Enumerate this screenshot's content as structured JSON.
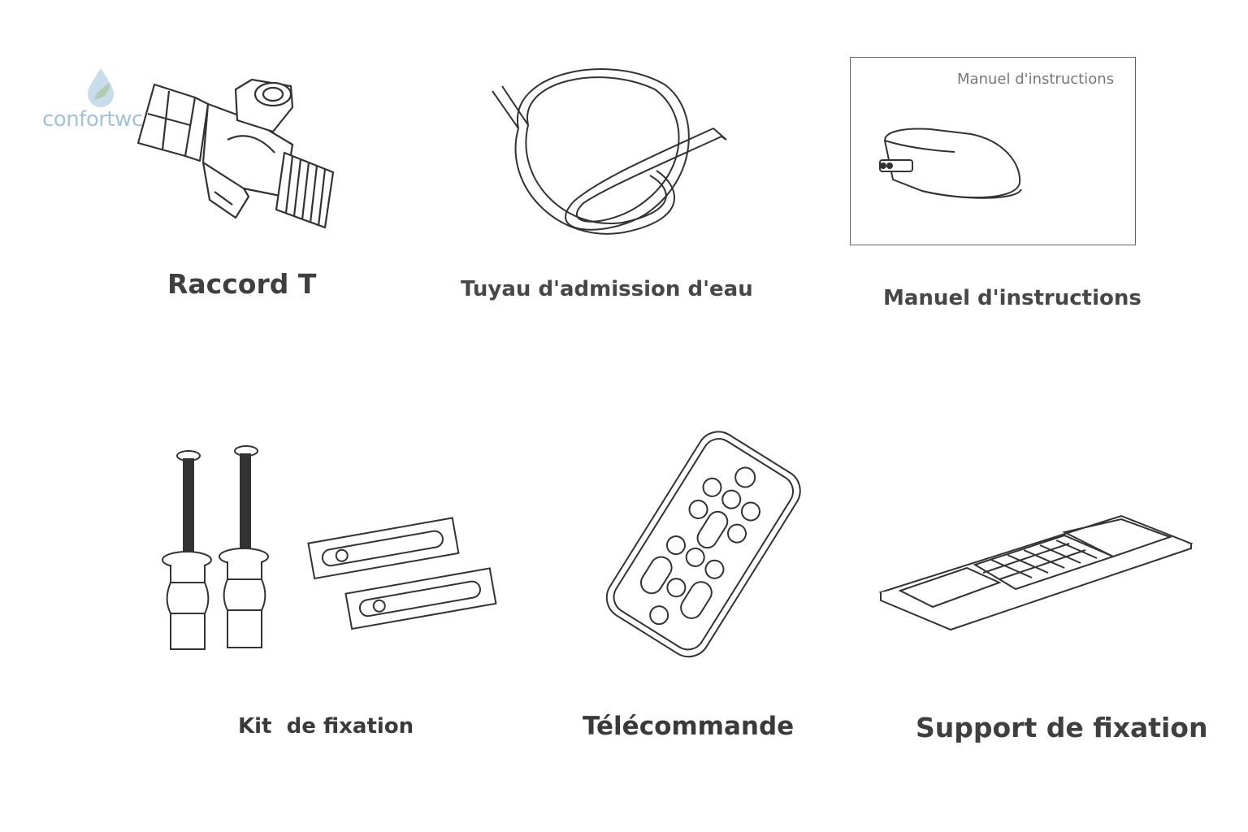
{
  "brand": {
    "logo_text": "confortwc",
    "logo_color": "#9fc3d8",
    "logo_icon": "water-drop-leaf-icon"
  },
  "items": [
    {
      "id": "raccord-t",
      "label": "Raccord T",
      "icon": "t-connector-icon"
    },
    {
      "id": "tuyau",
      "label": "Tuyau d'admission d'eau",
      "icon": "water-hose-icon"
    },
    {
      "id": "manuel",
      "label": "Manuel d'instructions",
      "icon": "instruction-manual-icon",
      "cover_title": "Manuel d'instructions"
    },
    {
      "id": "kit-fixation",
      "label": "Kit  de fixation",
      "icon": "fixing-kit-icon"
    },
    {
      "id": "telecommande",
      "label": "Télécommande",
      "icon": "remote-control-icon"
    },
    {
      "id": "support-fixation",
      "label": "Support de fixation",
      "icon": "mounting-bracket-icon"
    }
  ],
  "colors": {
    "line_art": "#333333",
    "label_text": "#444444",
    "background": "#ffffff"
  }
}
